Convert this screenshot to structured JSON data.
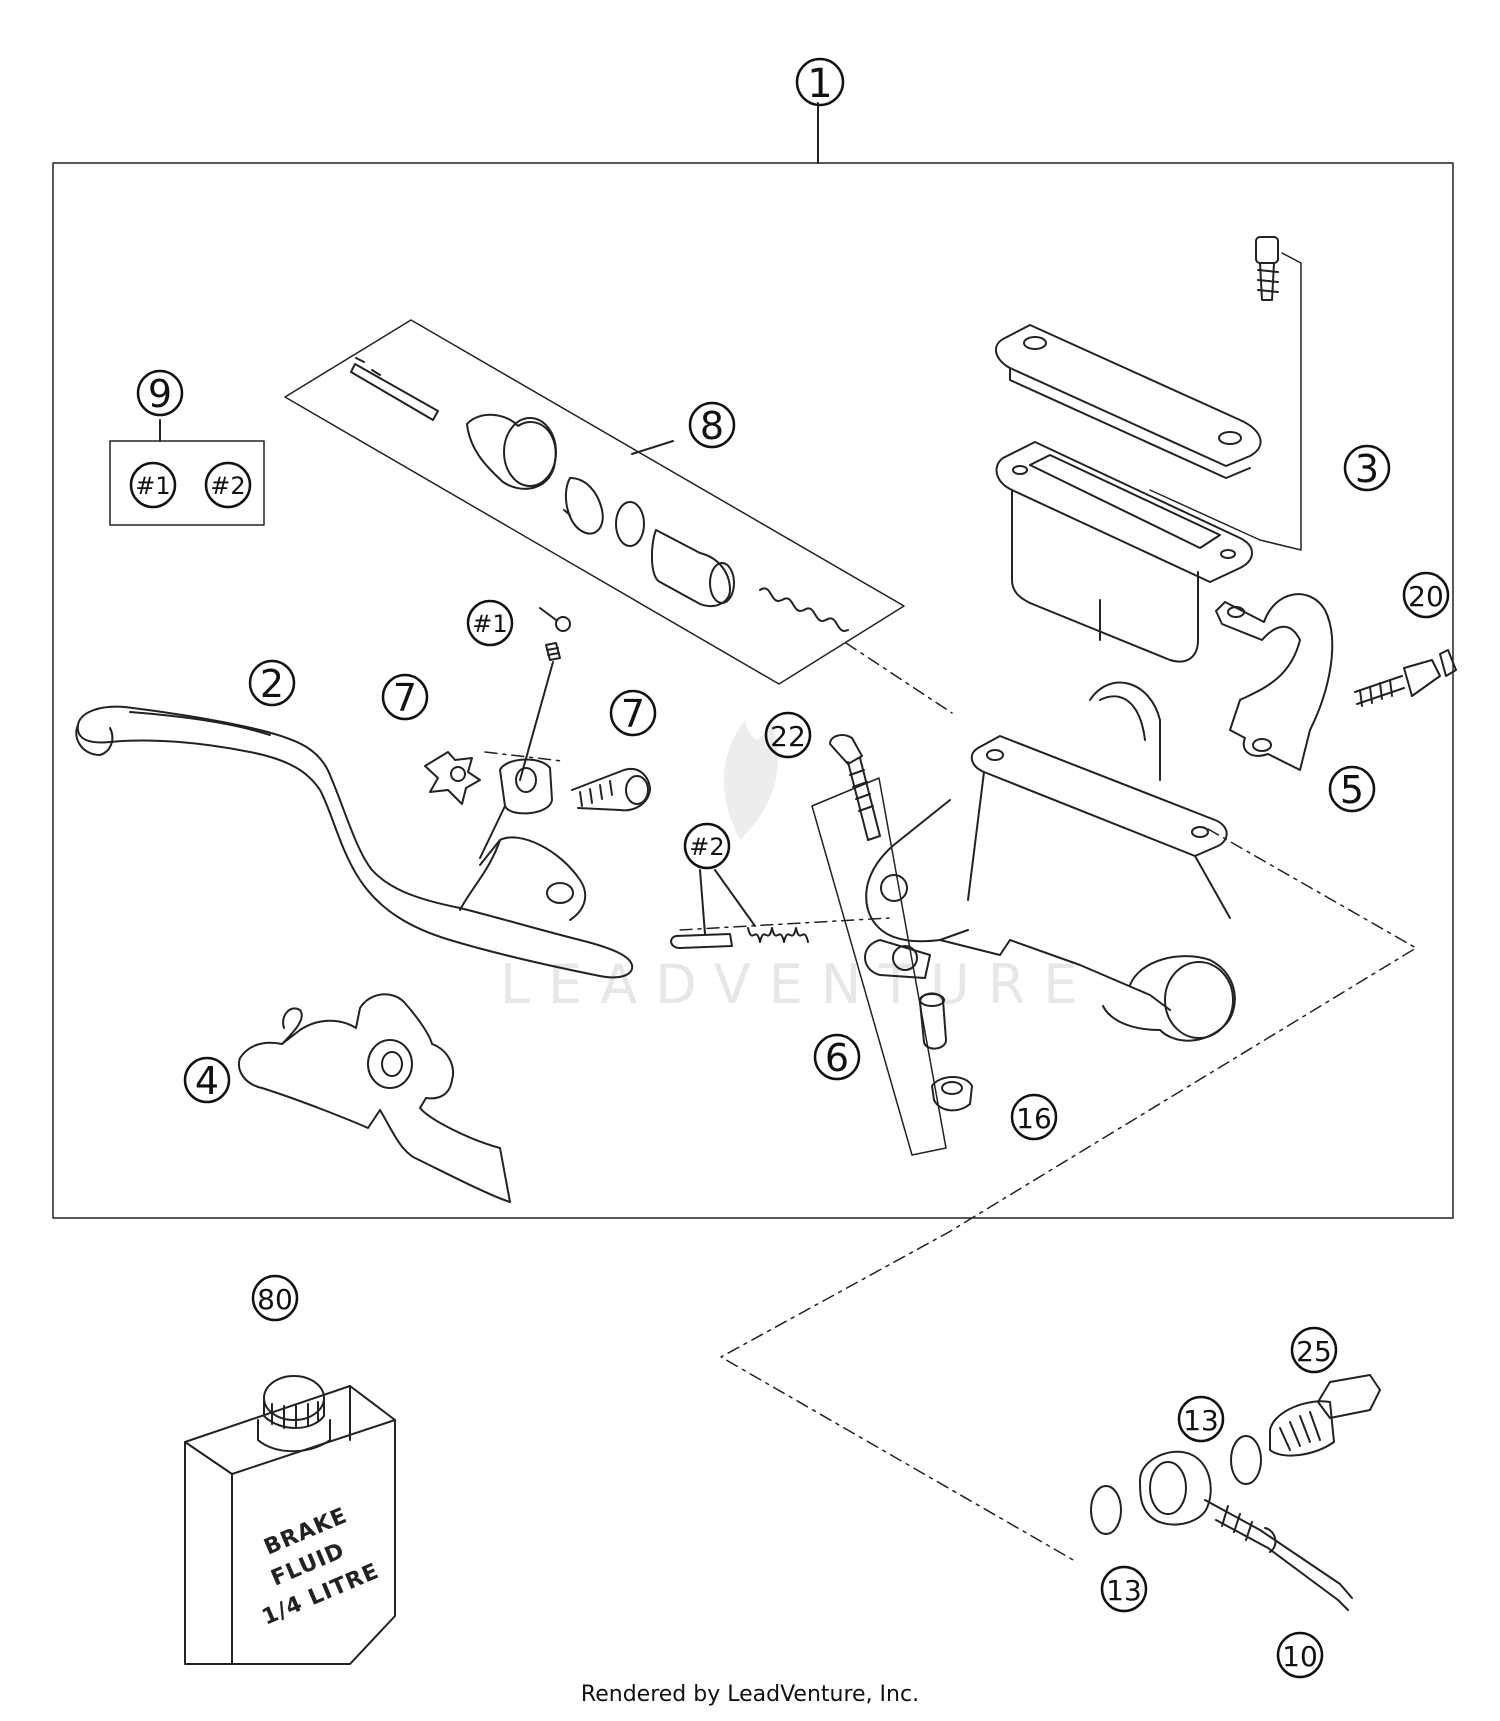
{
  "watermark": "LEADVENTURE",
  "credit": "Rendered by LeadVenture, Inc.",
  "brake_fluid_label": [
    "BRAKE",
    "FLUID",
    "1/4 LITRE"
  ],
  "callouts": {
    "c1": "1",
    "c2": "2",
    "c3": "3",
    "c4": "4",
    "c5": "5",
    "c6": "6",
    "c7a": "7",
    "c7b": "7",
    "c8": "8",
    "c9": "9",
    "c10": "10",
    "c13a": "13",
    "c13b": "13",
    "c16": "16",
    "c20": "20",
    "c22": "22",
    "c25": "25",
    "c80": "80",
    "k1": "#1",
    "k2": "#2",
    "h1": "#1",
    "h2": "#2"
  }
}
